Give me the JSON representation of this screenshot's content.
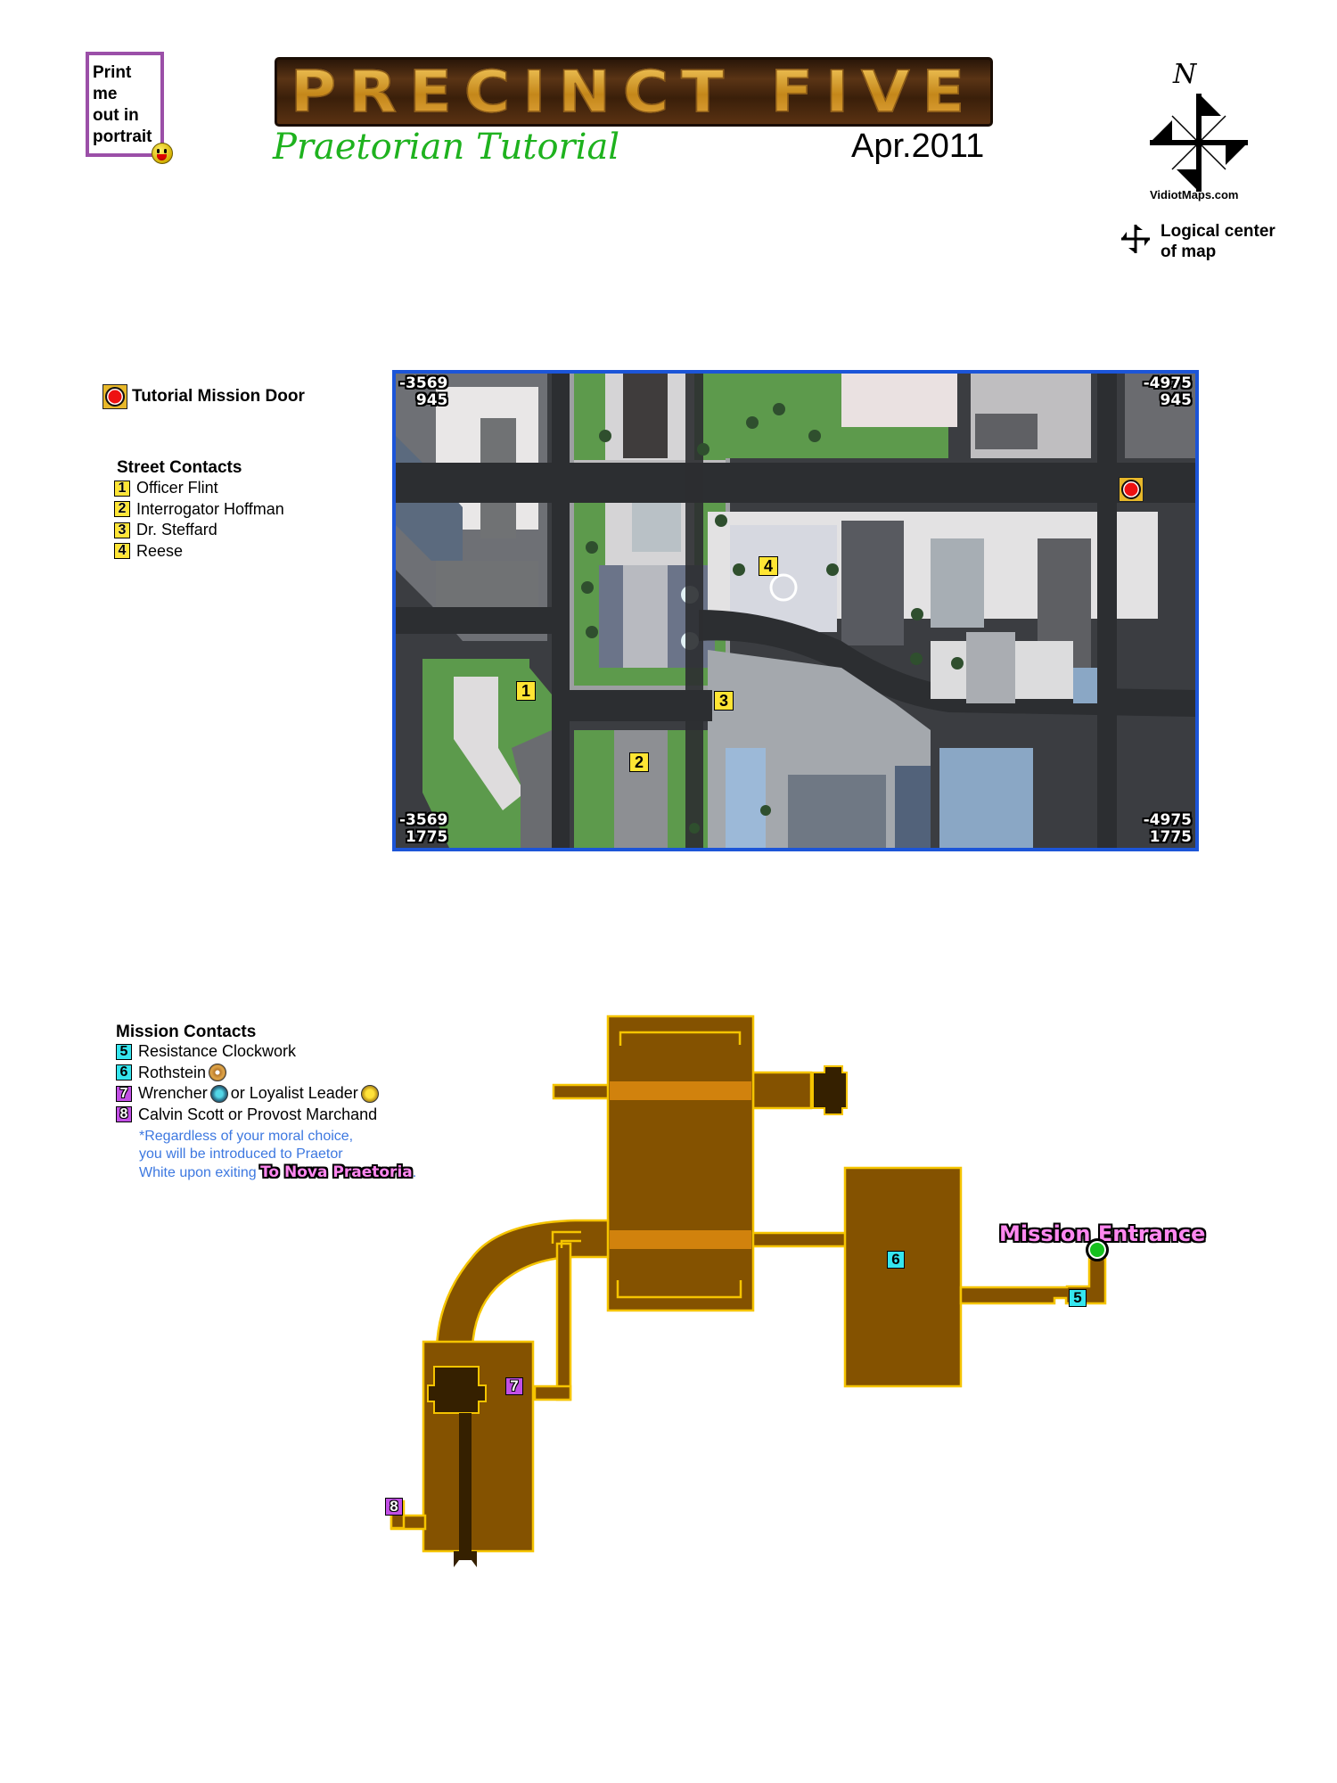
{
  "print_note": {
    "lines": [
      "Print me",
      "out in",
      "portrait"
    ],
    "border_color": "#9b4fa8",
    "icon": "smiley-icon"
  },
  "header": {
    "title": "PRECINCT FIVE",
    "subtitle": "Praetorian Tutorial",
    "date": "Apr.2011"
  },
  "compass": {
    "north_label": "N",
    "credit": "VidiotMaps.com"
  },
  "logical_center": {
    "icon": "logical-center-icon",
    "lines": [
      "Logical center",
      "of map"
    ]
  },
  "legend": {
    "mission_door": {
      "label": "Tutorial Mission Door",
      "icon": "red-door-icon"
    },
    "street_contacts": {
      "title": "Street Contacts",
      "items": [
        {
          "num": "1",
          "name": "Officer Flint"
        },
        {
          "num": "2",
          "name": "Interrogator Hoffman"
        },
        {
          "num": "3",
          "name": "Dr. Steffard"
        },
        {
          "num": "4",
          "name": "Reese"
        }
      ],
      "badge_color": "#ffe534"
    }
  },
  "map": {
    "border_color": "#1c55d8",
    "corners": {
      "top_left": {
        "x": "-3569",
        "y": "945"
      },
      "top_right": {
        "x": "-4975",
        "y": "945"
      },
      "bottom_left": {
        "x": "-3569",
        "y": "1775"
      },
      "bottom_right": {
        "x": "-4975",
        "y": "1775"
      }
    },
    "markers": [
      {
        "num": "1",
        "label": "Officer Flint"
      },
      {
        "num": "2",
        "label": "Interrogator Hoffman"
      },
      {
        "num": "3",
        "label": "Dr. Steffard"
      },
      {
        "num": "4",
        "label": "Reese"
      }
    ]
  },
  "mission": {
    "title": "Mission Contacts",
    "items": [
      {
        "num": "5",
        "name": "Resistance Clockwork",
        "color": "cyan"
      },
      {
        "num": "6",
        "name": "Rothstein",
        "color": "cyan",
        "icon": "resistance-icon"
      },
      {
        "num": "7",
        "name": "Wrencher",
        "or": "or Loyalist Leader",
        "color": "purple",
        "icons": [
          "resistance-chevron-icon",
          "loyalist-star-icon"
        ]
      },
      {
        "num": "8",
        "name": "Calvin Scott or Provost Marchand",
        "color": "purple"
      }
    ],
    "note_lines": [
      "*Regardless of your moral choice,",
      "you will be introduced to Praetor",
      "White upon exiting"
    ],
    "note_exit": "To Nova Praetoria",
    "note_end": ".",
    "entrance_label": "Mission Entrance",
    "floor_markers": [
      "5",
      "6",
      "7",
      "8"
    ],
    "floor_color": "#845200",
    "floor_outline": "#f5c400"
  }
}
